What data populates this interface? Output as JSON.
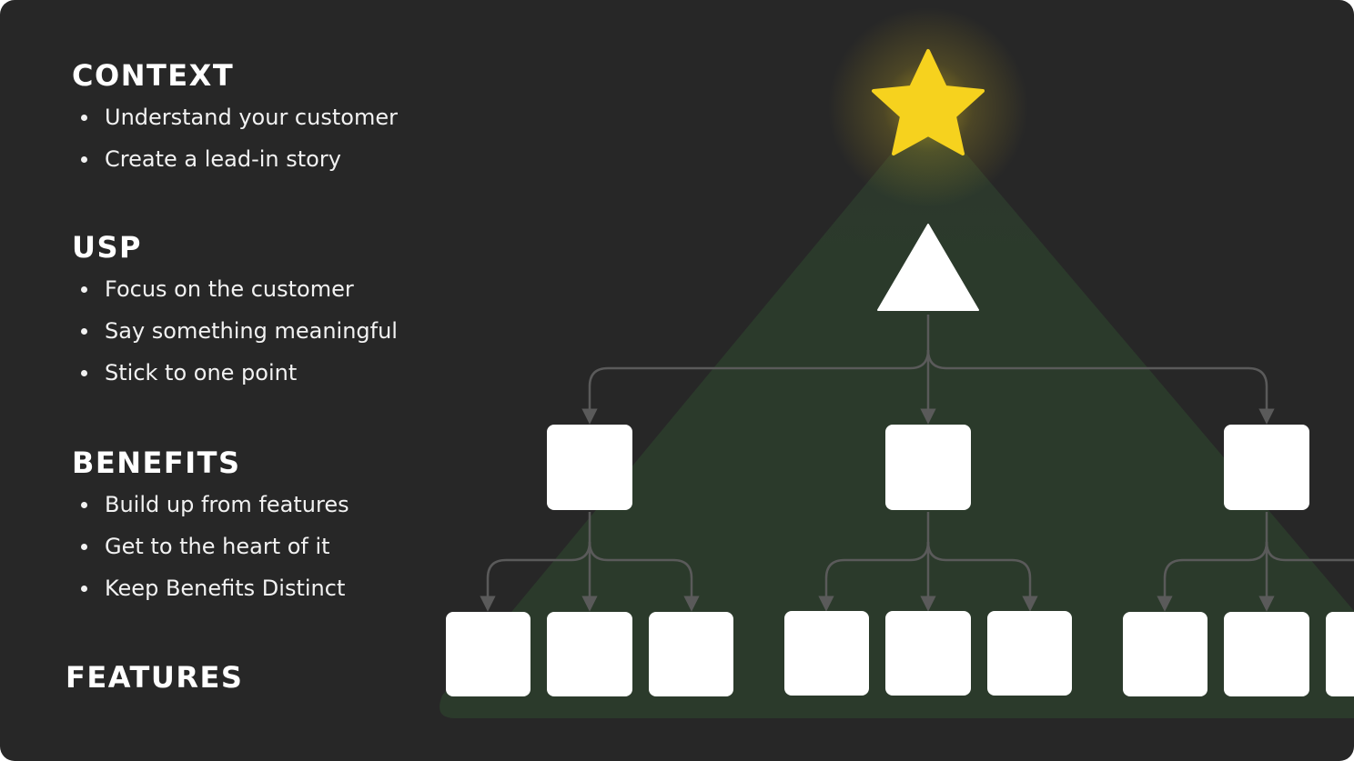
{
  "sections": {
    "context": {
      "title": "CONTEXT",
      "items": [
        "Understand your customer",
        "Create a lead-in story"
      ]
    },
    "usp": {
      "title": "USP",
      "items": [
        "Focus on the customer",
        "Say something meaningful",
        "Stick to one point"
      ]
    },
    "benefits": {
      "title": "BENEFITS",
      "items": [
        "Build up from features",
        "Get to the heart of it",
        "Keep Benefits Distinct"
      ]
    },
    "features": {
      "title": "FEATURES"
    }
  },
  "diagram": {
    "icons": {
      "top": "star-icon",
      "usp": "triangle-icon",
      "benefit": "square-node",
      "feature": "square-node"
    },
    "colors": {
      "background": "#272727",
      "star": "#F6D21E",
      "glow": "#2B3A2B",
      "nodes": "#FFFFFF",
      "connectors": "#5A5A5A"
    }
  }
}
